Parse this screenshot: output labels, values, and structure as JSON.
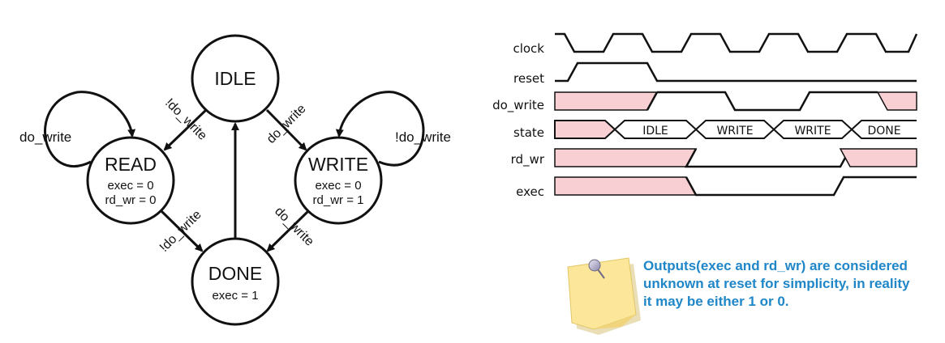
{
  "fsm": {
    "states": {
      "idle": {
        "name": "IDLE",
        "outputs": []
      },
      "read": {
        "name": "READ",
        "outputs": [
          "exec = 0",
          "rd_wr = 0"
        ]
      },
      "write": {
        "name": "WRITE",
        "outputs": [
          "exec = 0",
          "rd_wr = 1"
        ]
      },
      "done": {
        "name": "DONE",
        "outputs": [
          "exec = 1"
        ]
      }
    },
    "transitions": {
      "read_self": "do_write",
      "write_self": "!do_write",
      "idle_to_read": "!do_write",
      "idle_to_write": "do_write",
      "read_to_done": "!do_write",
      "write_to_done": "do_write"
    }
  },
  "timing": {
    "signals": [
      "clock",
      "reset",
      "do_write",
      "state",
      "rd_wr",
      "exec"
    ],
    "state_values": [
      "IDLE",
      "WRITE",
      "WRITE",
      "DONE"
    ]
  },
  "note": {
    "text": "Outputs(exec and rd_wr) are considered unknown at reset for simplicity, in reality it may be either 1 or 0."
  },
  "colors": {
    "unknown_fill": "#f8d0d3",
    "note_paper": "#fbe69a",
    "note_text": "#1f86c8"
  }
}
